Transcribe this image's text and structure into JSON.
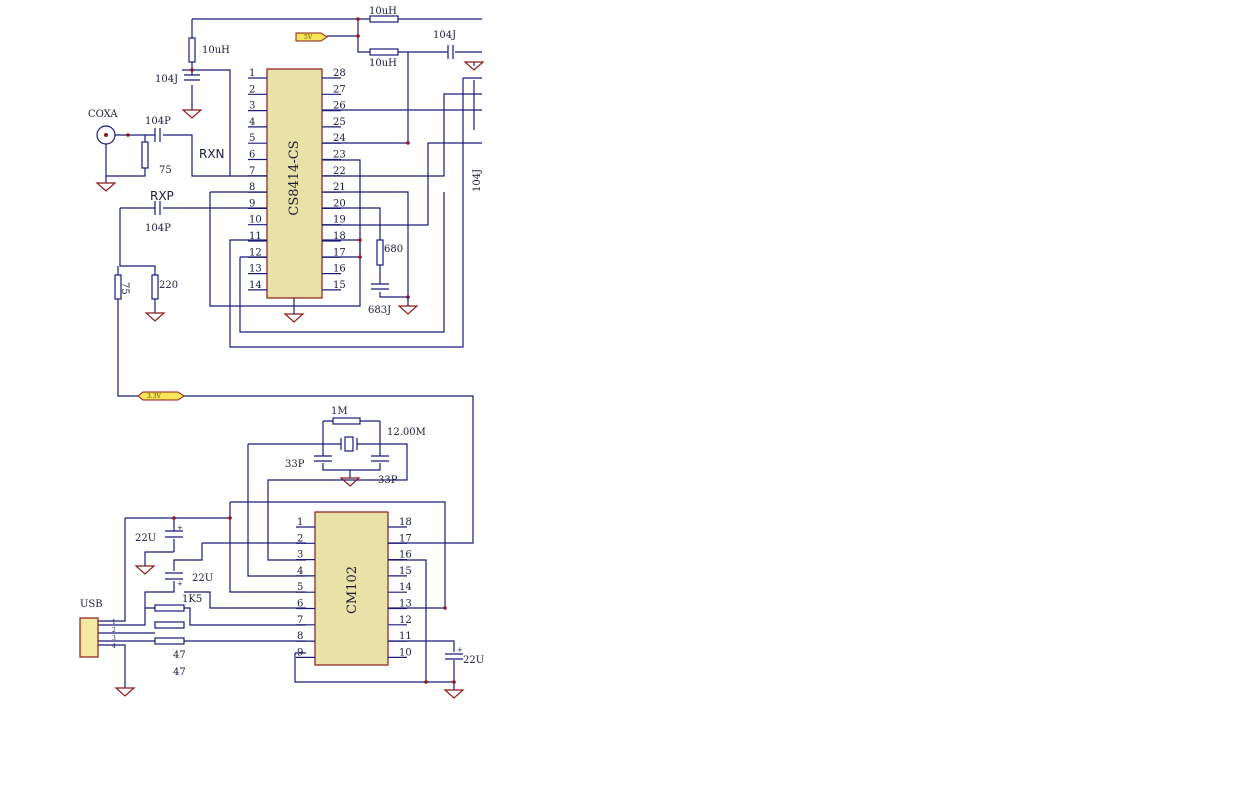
{
  "u1": {
    "name": "CS8414-CS",
    "left_pins": [
      "1",
      "2",
      "3",
      "4",
      "5",
      "6",
      "7",
      "8",
      "9",
      "10",
      "11",
      "12",
      "13",
      "14"
    ],
    "right_pins": [
      "28",
      "27",
      "26",
      "25",
      "24",
      "23",
      "22",
      "21",
      "20",
      "19",
      "18",
      "17",
      "16",
      "15"
    ]
  },
  "u2": {
    "name": "CM102",
    "left_pins": [
      "1",
      "2",
      "3",
      "4",
      "5",
      "6",
      "7",
      "8",
      "9"
    ],
    "right_pins": [
      "18",
      "17",
      "16",
      "15",
      "14",
      "13",
      "12",
      "11",
      "10"
    ]
  },
  "labels": {
    "l_top1": "10uH",
    "l_top2": "10uH",
    "l_left": "10uH",
    "c_104j_top": "104J",
    "c_104j_left": "104J",
    "c_104j_vert": "104J",
    "conn_coax": "COXA",
    "c_104p_1": "104P",
    "c_104p_2": "104P",
    "r75_a": "75",
    "r75_b": "75",
    "r220": "220",
    "rxn": "RXN",
    "rxp": "RXP",
    "r680": "680",
    "c683j": "683J",
    "net_5v": "5V",
    "net_3v": "3.3V",
    "r1m": "1M",
    "xtal": "12.00M",
    "c33p_1": "33P",
    "c33p_2": "33P",
    "c22u_1": "22U",
    "c22u_2": "22U",
    "c22u_3": "22U",
    "r1k5": "1K5",
    "r47_1": "47",
    "r47_2": "47",
    "conn_usb": "USB",
    "usb_pins": [
      "1",
      "2",
      "3",
      "4"
    ]
  }
}
